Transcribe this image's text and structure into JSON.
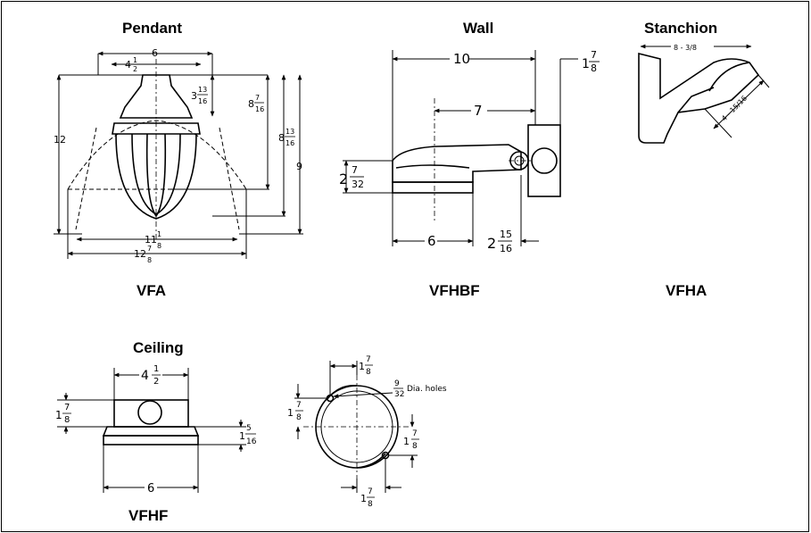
{
  "views": {
    "pendant": {
      "title": "Pendant",
      "model": "VFA",
      "dims": {
        "top_width": "6",
        "neck_whole": "4",
        "neck_num": "1",
        "neck_den": "2",
        "overall_height": "12",
        "cap_whole": "3",
        "cap_num": "13",
        "cap_den": "16",
        "h1_whole": "8",
        "h1_num": "7",
        "h1_den": "16",
        "h2_whole": "8",
        "h2_num": "13",
        "h2_den": "16",
        "h3": "9",
        "w1_whole": "11",
        "w1_num": "1",
        "w1_den": "8",
        "w2_whole": "12",
        "w2_num": "7",
        "w2_den": "8"
      }
    },
    "wall": {
      "title": "Wall",
      "model": "VFHBF",
      "dims": {
        "overall_length": "10",
        "bracket_length": "7",
        "plate_whole": "1",
        "plate_num": "7",
        "plate_den": "8",
        "height_whole": "2",
        "height_num": "7",
        "height_den": "32",
        "diameter": "6",
        "offset_whole": "2",
        "offset_num": "15",
        "offset_den": "16"
      }
    },
    "stanchion": {
      "title": "Stanchion",
      "model": "VFHA",
      "dims": {
        "length": "8 - 3/8",
        "width": "4 - 15/16"
      }
    },
    "ceiling": {
      "title": "Ceiling",
      "model": "VFHF",
      "dims": {
        "top_whole": "4",
        "top_num": "1",
        "top_den": "2",
        "box_whole": "1",
        "box_num": "7",
        "box_den": "8",
        "rim_whole": "1",
        "rim_num": "5",
        "rim_den": "16",
        "diameter": "6"
      }
    },
    "mounting": {
      "holes_num": "9",
      "holes_den": "32",
      "holes_label": "Dia. holes",
      "spacing_whole": "1",
      "spacing_num": "7",
      "spacing_den": "8"
    }
  }
}
